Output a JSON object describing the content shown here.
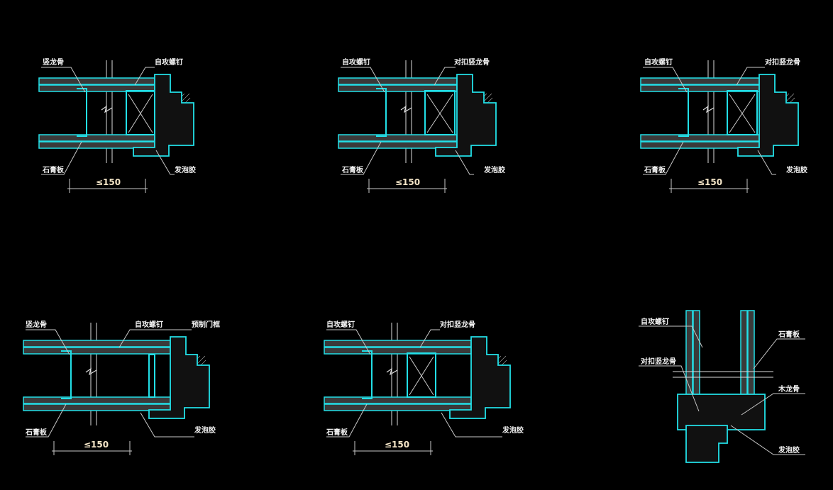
{
  "colors": {
    "background": "#000000",
    "outline": "#22e0e8",
    "leader": "#c8c8c8",
    "board_fill": "#3a3a3a"
  },
  "details": [
    {
      "labels": {
        "top_left": "竖龙骨",
        "top_right": "自攻螺钉",
        "bottom_left": "石膏板",
        "bottom_right": "发泡胶"
      },
      "dimension": "≤150"
    },
    {
      "labels": {
        "top_left": "自攻螺钉",
        "top_right": "对扣竖龙骨",
        "bottom_left": "石膏板",
        "bottom_right": "发泡胶"
      },
      "dimension": "≤150"
    },
    {
      "labels": {
        "top_left": "自攻螺钉",
        "top_right": "对扣竖龙骨",
        "bottom_left": "石膏板",
        "bottom_right": "发泡胶"
      },
      "dimension": "≤150"
    },
    {
      "labels": {
        "top_left": "竖龙骨",
        "top_mid": "自攻螺钉",
        "top_right": "预制门框",
        "bottom_left": "石膏板",
        "bottom_right": "发泡胶"
      },
      "dimension": "≤150"
    },
    {
      "labels": {
        "top_left": "自攻螺钉",
        "top_right": "对扣竖龙骨",
        "bottom_left": "石膏板",
        "bottom_right": "发泡胶"
      },
      "dimension": "≤150"
    },
    {
      "labels": {
        "left_top": "自攻螺钉",
        "left_mid": "对扣竖龙骨",
        "right_top": "石膏板",
        "right_mid": "木龙骨",
        "right_bottom": "发泡胶"
      }
    }
  ]
}
